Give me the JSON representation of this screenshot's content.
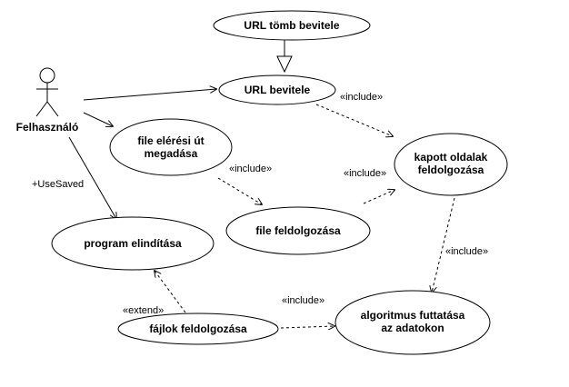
{
  "actor": {
    "name": "Felhasználó"
  },
  "use_cases": {
    "url_tomb": [
      "URL tömb bevitele"
    ],
    "url_bevitele": [
      "URL bevitele"
    ],
    "file_eleresi": [
      "file elérési út",
      "megadása"
    ],
    "kapott_oldalak": [
      "kapott oldalak",
      "feldolgozása"
    ],
    "file_feldolgozasa": [
      "file feldolgozása"
    ],
    "program_inditasa": [
      "program elindítása"
    ],
    "fajlok_feldolgozasa": [
      "fájlok feldolgozása"
    ],
    "algoritmus": [
      "algoritmus futtatása",
      "az adatokon"
    ]
  },
  "labels": {
    "include_url": "«include»",
    "include_file": "«include»",
    "include_kapott_in": "«include»",
    "include_algo_vertical": "«include»",
    "include_fajlok": "«include»",
    "extend": "«extend»",
    "usesaved": "+UseSaved"
  },
  "colors": {
    "line": "#000000",
    "fill": "#ffffff",
    "background": "#ffffff"
  }
}
